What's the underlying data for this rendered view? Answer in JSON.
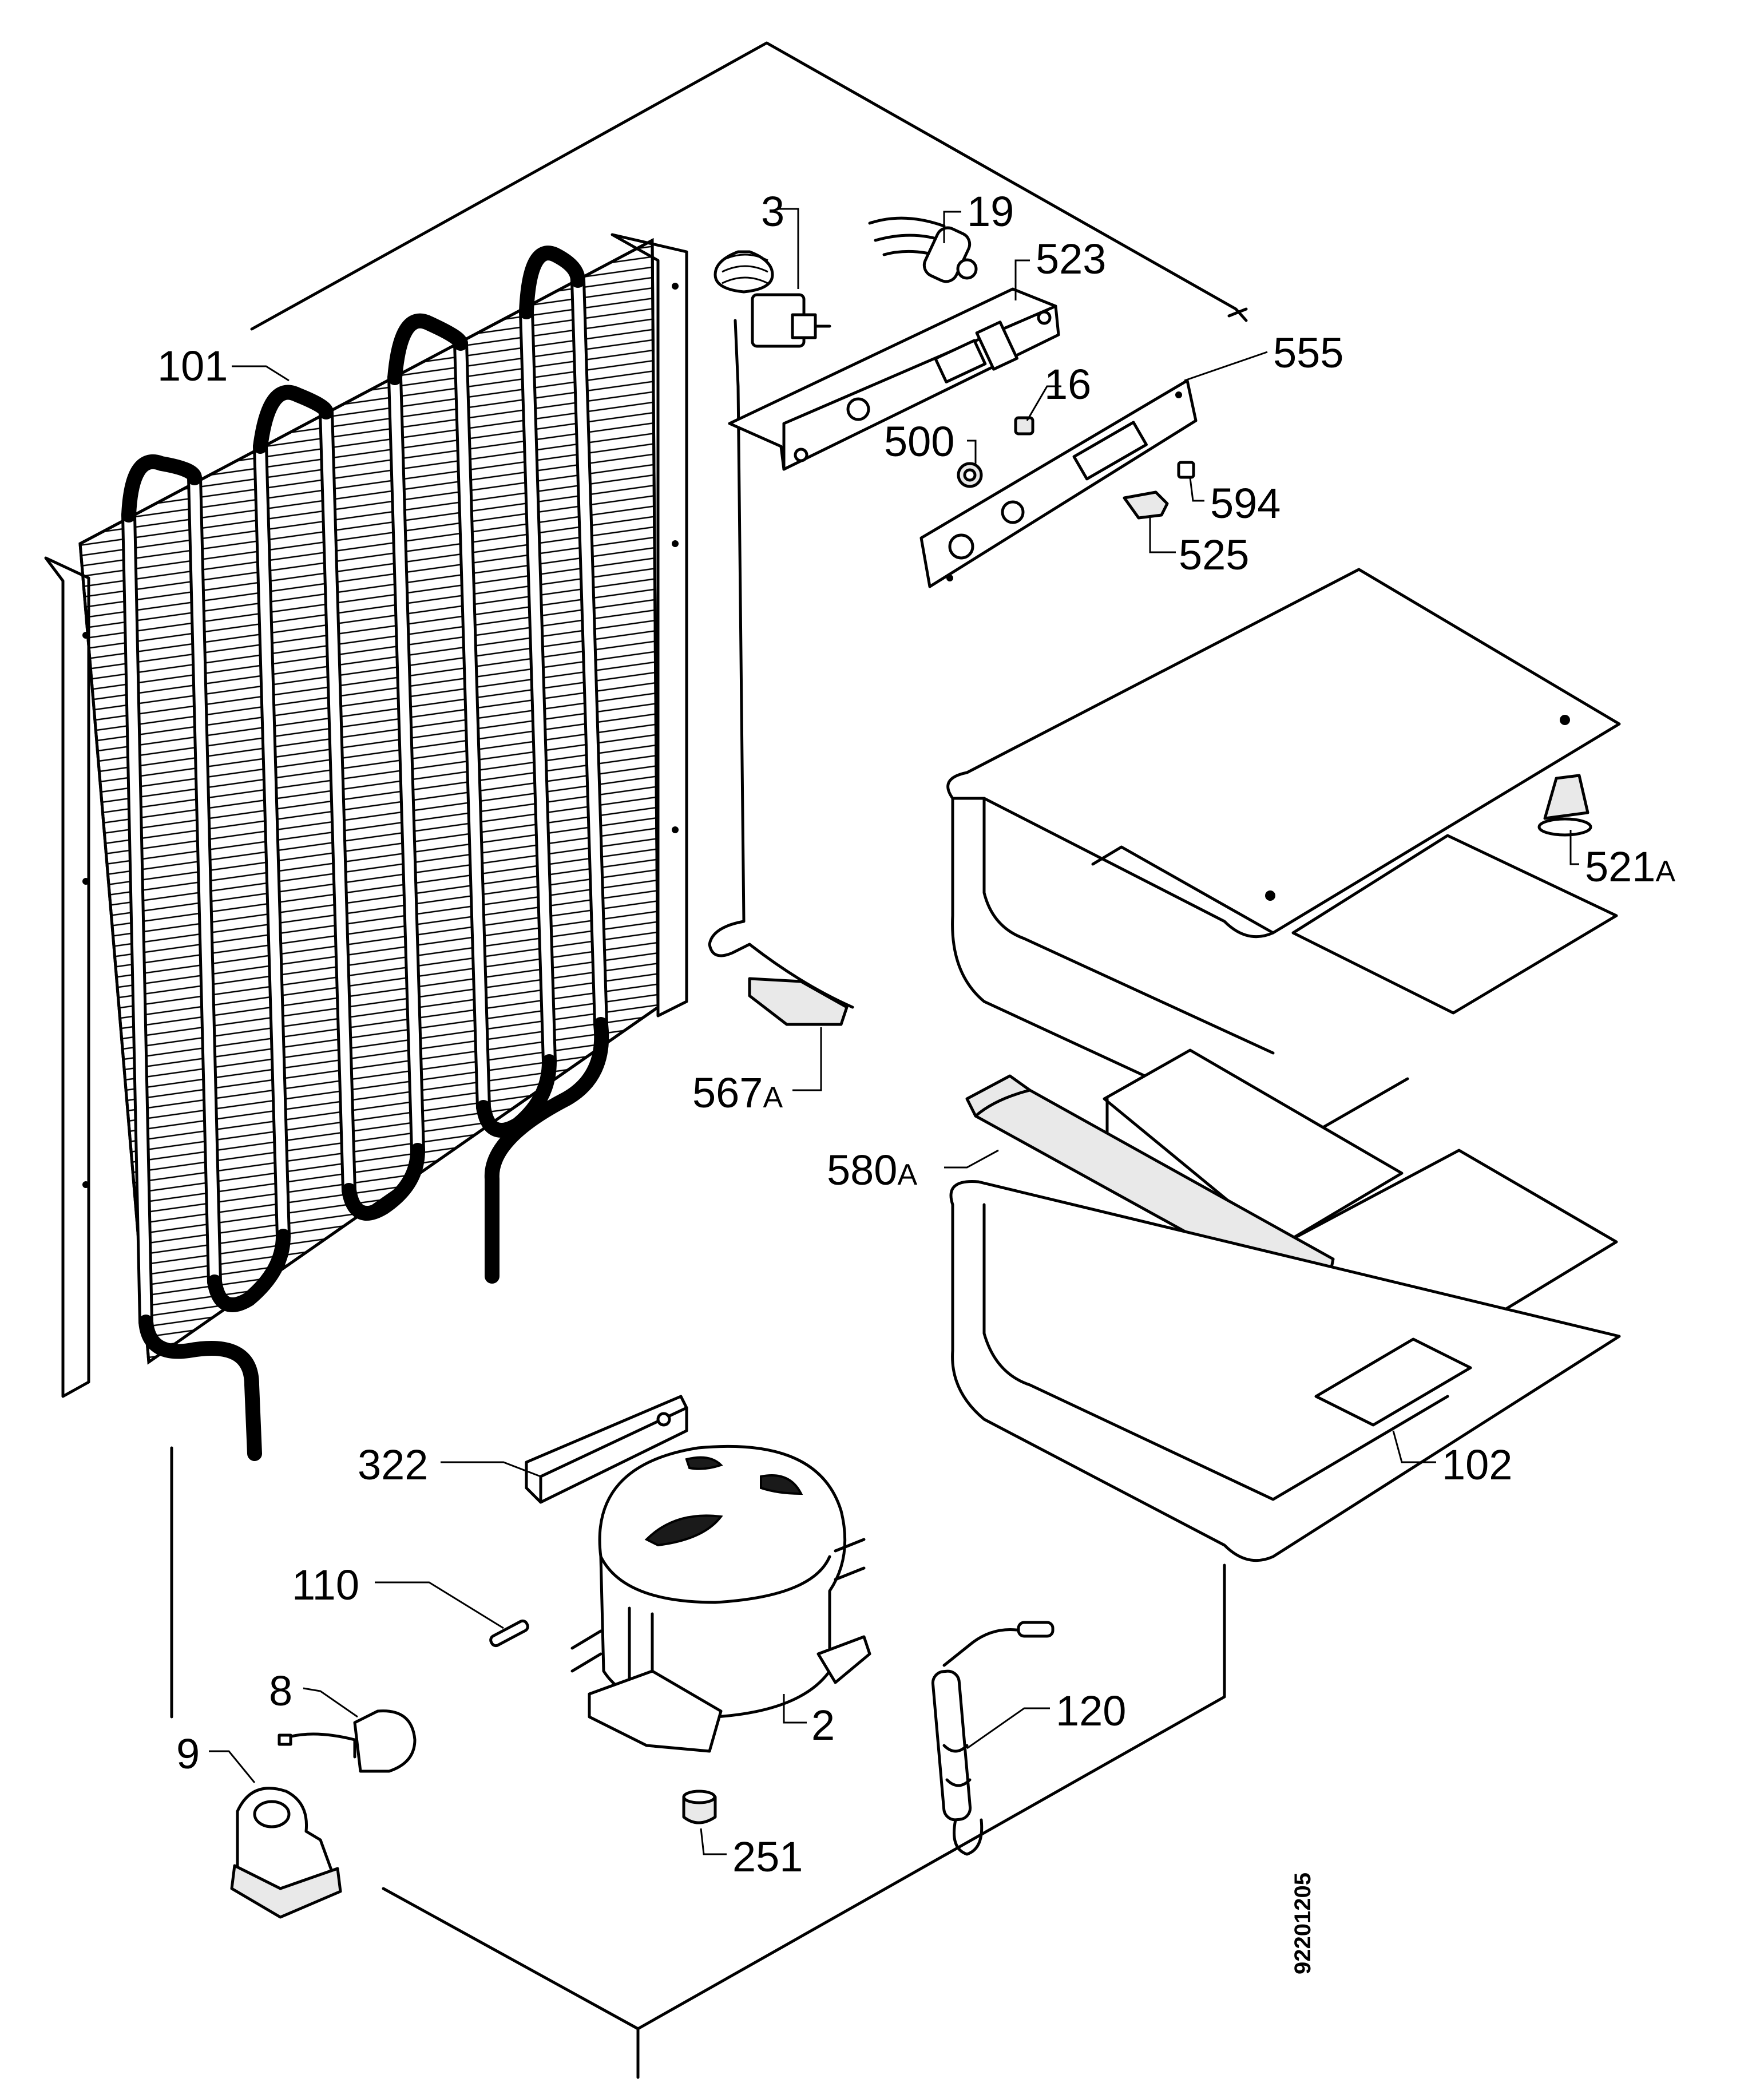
{
  "labels": {
    "part_3": "3",
    "part_19": "19",
    "part_523": "523",
    "part_101": "101",
    "part_555": "555",
    "part_16": "16",
    "part_500": "500",
    "part_594": "594",
    "part_525": "525",
    "part_521a_num": "521",
    "part_521a_suffix": "A",
    "part_567a_num": "567",
    "part_567a_suffix": "A",
    "part_580a_num": "580",
    "part_580a_suffix": "A",
    "part_322": "322",
    "part_102": "102",
    "part_110": "110",
    "part_8": "8",
    "part_9": "9",
    "part_2": "2",
    "part_120": "120",
    "part_251": "251"
  },
  "drawing_code": "92201205",
  "colors": {
    "ink": "#000000",
    "paper": "#ffffff",
    "shade": "#e9e9e9"
  }
}
